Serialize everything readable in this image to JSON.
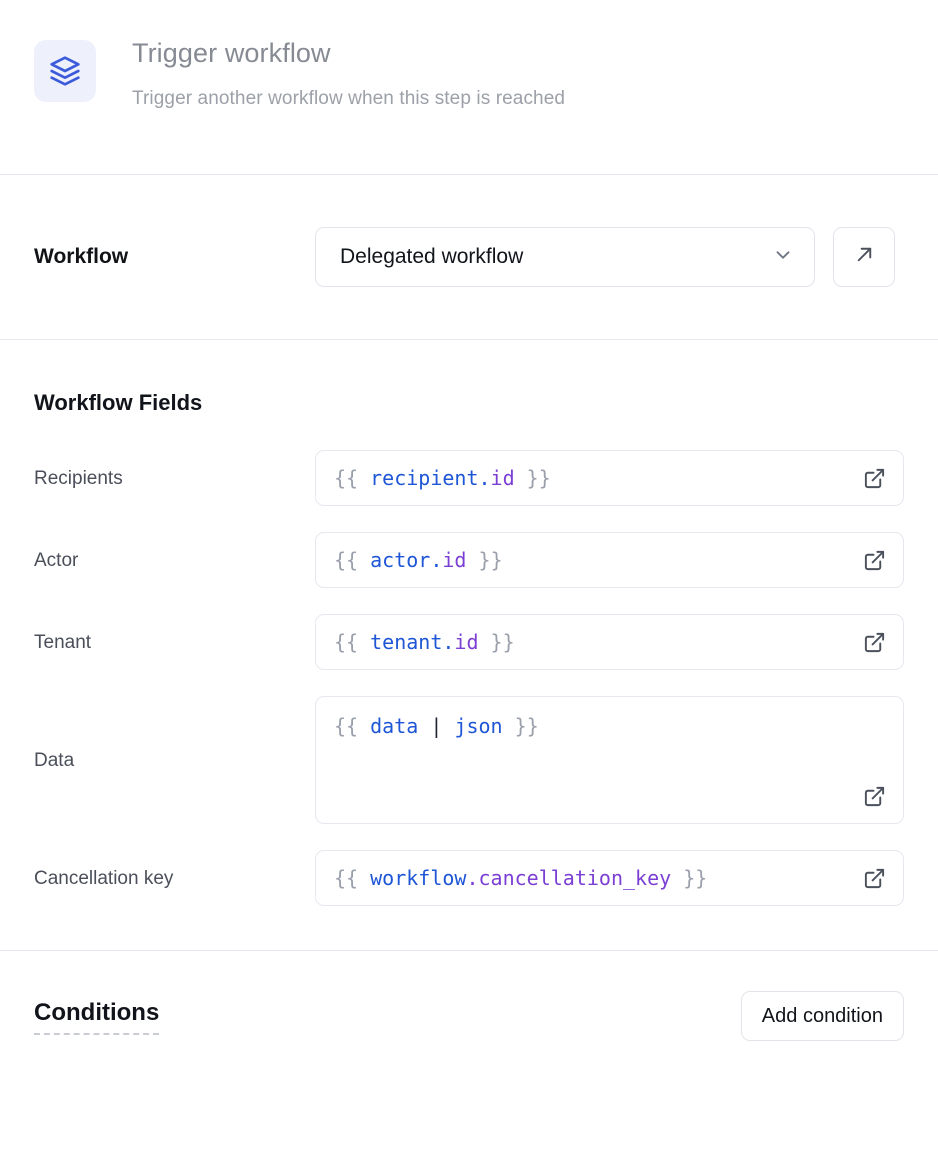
{
  "header": {
    "icon": "layers-icon",
    "title": "Trigger workflow",
    "subtitle": "Trigger another workflow when this step is reached",
    "icon_color": "#3b5bdb",
    "icon_bg": "#eef1fb"
  },
  "workflow_section": {
    "label": "Workflow",
    "select": {
      "value": "Delegated workflow",
      "icon": "chevron-down-icon",
      "options": [
        "Delegated workflow"
      ]
    },
    "open_button": {
      "icon": "arrow-up-right-icon",
      "title": "Open workflow"
    }
  },
  "fields_section": {
    "title": "Workflow Fields",
    "expand_icon": "external-link-icon",
    "fields": [
      {
        "label": "Recipients",
        "value": "{{ recipient.id }}",
        "multiline": false,
        "tokens": [
          {
            "t": "{{ ",
            "c": "br"
          },
          {
            "t": "recipient",
            "c": "obj"
          },
          {
            "t": ".",
            "c": "dot"
          },
          {
            "t": "id",
            "c": "prop"
          },
          {
            "t": " }}",
            "c": "br"
          }
        ]
      },
      {
        "label": "Actor",
        "value": "{{ actor.id }}",
        "multiline": false,
        "tokens": [
          {
            "t": "{{ ",
            "c": "br"
          },
          {
            "t": "actor",
            "c": "obj"
          },
          {
            "t": ".",
            "c": "dot"
          },
          {
            "t": "id",
            "c": "prop"
          },
          {
            "t": " }}",
            "c": "br"
          }
        ]
      },
      {
        "label": "Tenant",
        "value": "{{ tenant.id }}",
        "multiline": false,
        "tokens": [
          {
            "t": "{{ ",
            "c": "br"
          },
          {
            "t": "tenant",
            "c": "obj"
          },
          {
            "t": ".",
            "c": "dot"
          },
          {
            "t": "id",
            "c": "prop"
          },
          {
            "t": " }}",
            "c": "br"
          }
        ]
      },
      {
        "label": "Data",
        "value": "{{ data | json }}",
        "multiline": true,
        "tokens": [
          {
            "t": "{{ ",
            "c": "br"
          },
          {
            "t": "data",
            "c": "obj"
          },
          {
            "t": " ",
            "c": "br"
          },
          {
            "t": "|",
            "c": "pipe"
          },
          {
            "t": " ",
            "c": "br"
          },
          {
            "t": "json",
            "c": "filter"
          },
          {
            "t": " }}",
            "c": "br"
          }
        ]
      },
      {
        "label": "Cancellation key",
        "value": "{{ workflow.cancellation_key }}",
        "multiline": false,
        "tokens": [
          {
            "t": "{{ ",
            "c": "br"
          },
          {
            "t": "workflow",
            "c": "obj"
          },
          {
            "t": ".",
            "c": "prop"
          },
          {
            "t": "cancellation_key",
            "c": "prop"
          },
          {
            "t": " }}",
            "c": "br"
          }
        ]
      }
    ]
  },
  "conditions_section": {
    "title": "Conditions",
    "add_button_label": "Add condition"
  }
}
